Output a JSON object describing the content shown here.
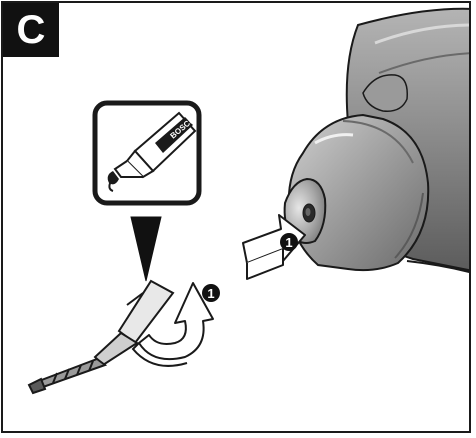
{
  "figure": {
    "label": "C",
    "step_marker": "1",
    "brand_text": "BOSCH",
    "colors": {
      "outline": "#1a1a1a",
      "drill_body": "#8a8a8a",
      "drill_light": "#c4c4c4",
      "drill_dark": "#5a5a5a"
    },
    "icons": [
      "grease-tube-icon",
      "rotate-arrow-icon",
      "insert-arrow-icon"
    ]
  }
}
